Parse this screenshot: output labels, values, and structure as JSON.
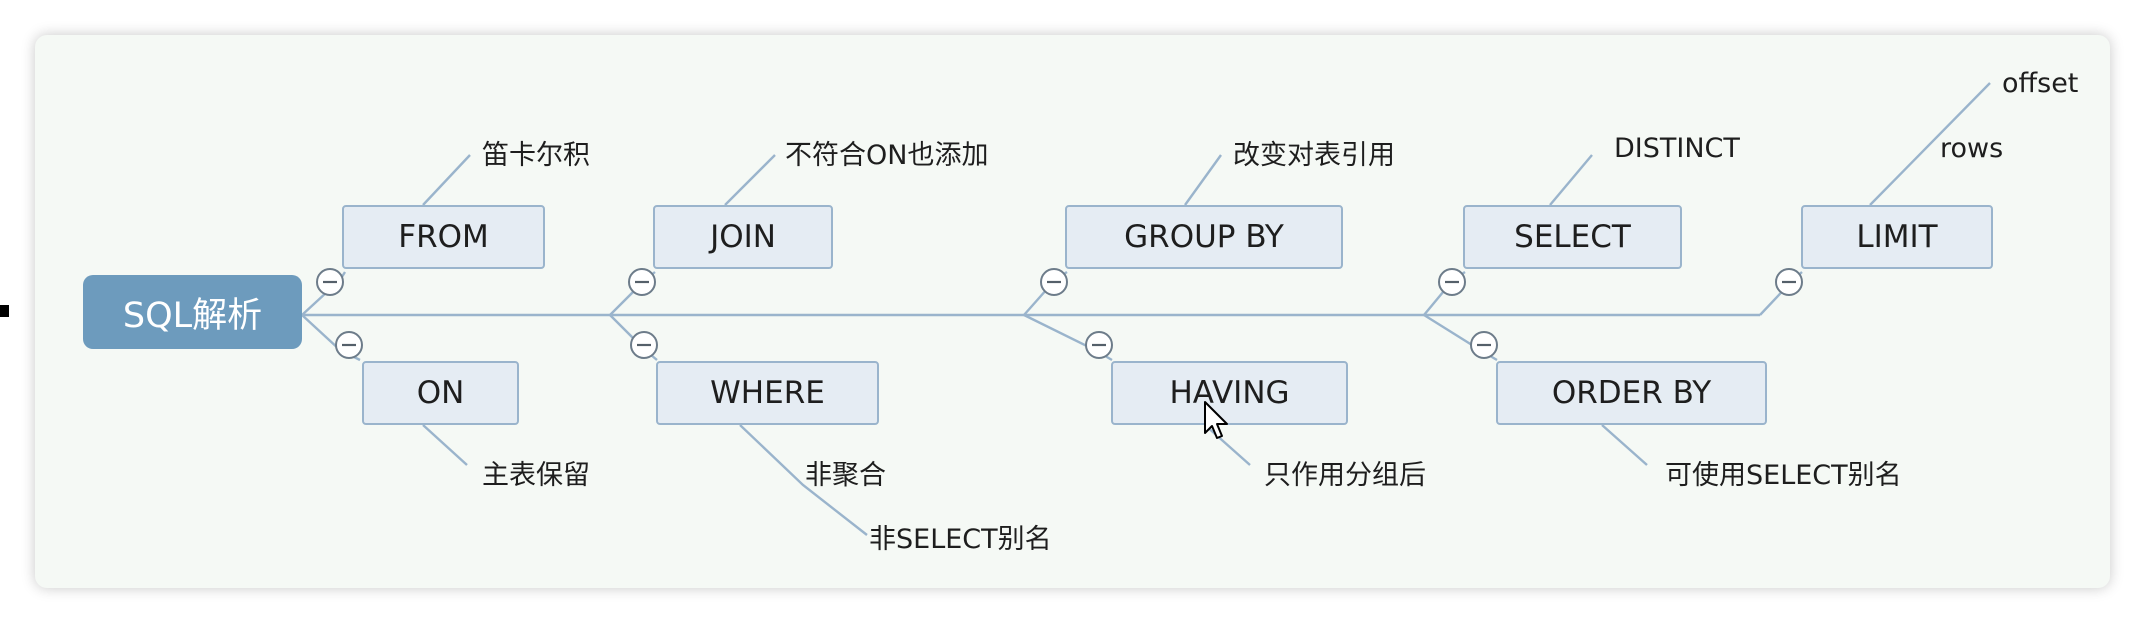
{
  "root": {
    "label": "SQL解析"
  },
  "nodes": {
    "from": "FROM",
    "on": "ON",
    "join": "JOIN",
    "where": "WHERE",
    "group_by": "GROUP BY",
    "having": "HAVING",
    "select": "SELECT",
    "order_by": "ORDER BY",
    "limit": "LIMIT"
  },
  "leaves": {
    "from": "笛卡尔积",
    "on": "主表保留",
    "join": "不符合ON也添加",
    "where_1": "非聚合",
    "where_2": "非SELECT别名",
    "group_by": "改变对表引用",
    "having": "只作用分组后",
    "select": "DISTINCT",
    "order_by": "可使用SELECT别名",
    "limit_1": "offset",
    "limit_2": "rows"
  },
  "colors": {
    "root_fill": "#6d9bbd",
    "node_fill": "#e5ecf3",
    "connector": "#9ab4cc",
    "background": "#f5f9f5"
  }
}
